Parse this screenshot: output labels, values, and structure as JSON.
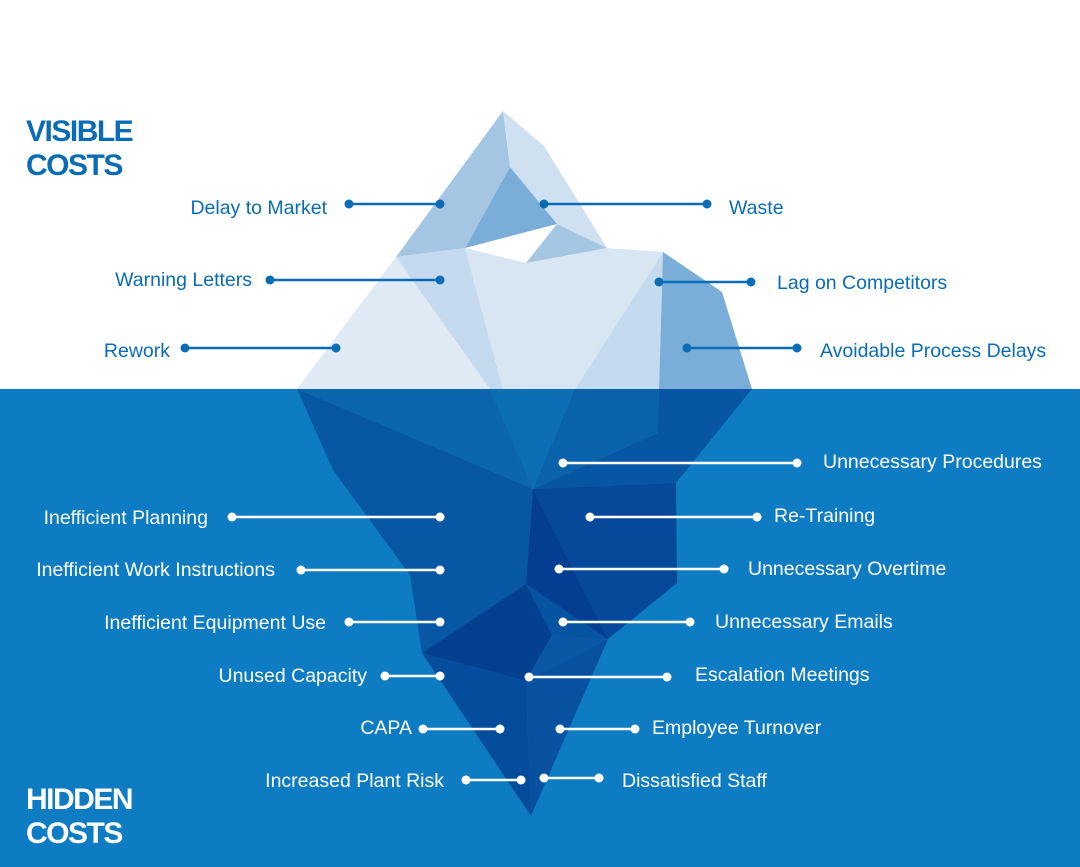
{
  "titles": {
    "visible_line1": "VISIBLE",
    "visible_line2": "COSTS",
    "hidden_line1": "HIDDEN",
    "hidden_line2": "COSTS"
  },
  "colors": {
    "brand_blue": "#0a6cb5",
    "water": "#0e7cc2",
    "hidden_text": "#ffffff"
  },
  "visible_costs": {
    "left": [
      "Delay to Market",
      "Warning Letters",
      "Rework"
    ],
    "right": [
      "Waste",
      "Lag on Competitors",
      "Avoidable Process Delays"
    ]
  },
  "hidden_costs": {
    "left": [
      "Inefficient Planning",
      "Inefficient Work Instructions",
      "Inefficient Equipment Use",
      "Unused Capacity",
      "CAPA",
      "Increased Plant Risk"
    ],
    "right": [
      "Unnecessary Procedures",
      "Re-Training",
      "Unnecessary Overtime",
      "Unnecessary Emails",
      "Escalation Meetings",
      "Employee Turnover",
      "Dissatisfied Staff"
    ]
  }
}
